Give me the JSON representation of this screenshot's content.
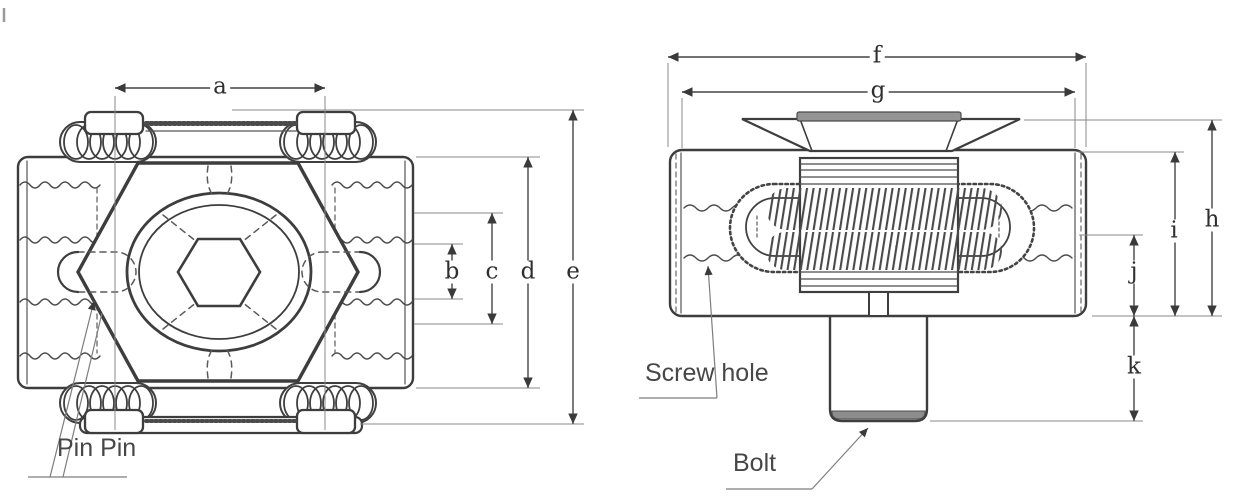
{
  "drawing": {
    "front_view": {
      "dims": {
        "a": "a",
        "b": "b",
        "c": "c",
        "d": "d",
        "e": "e"
      },
      "pin_callout": "Pin Pin"
    },
    "side_view": {
      "dims": {
        "f": "f",
        "g": "g",
        "h": "h",
        "i": "i",
        "j": "j",
        "k": "k"
      },
      "screw_hole_callout": "Screw hole",
      "bolt_callout": "Bolt"
    },
    "colors": {
      "outline": "#3d3d3d",
      "dimension_line": "#454545",
      "extension_line": "#8a8a8a",
      "leader_line": "#7d7d7d",
      "dark_fill": "#8d8d8d",
      "background": "#ffffff"
    }
  }
}
